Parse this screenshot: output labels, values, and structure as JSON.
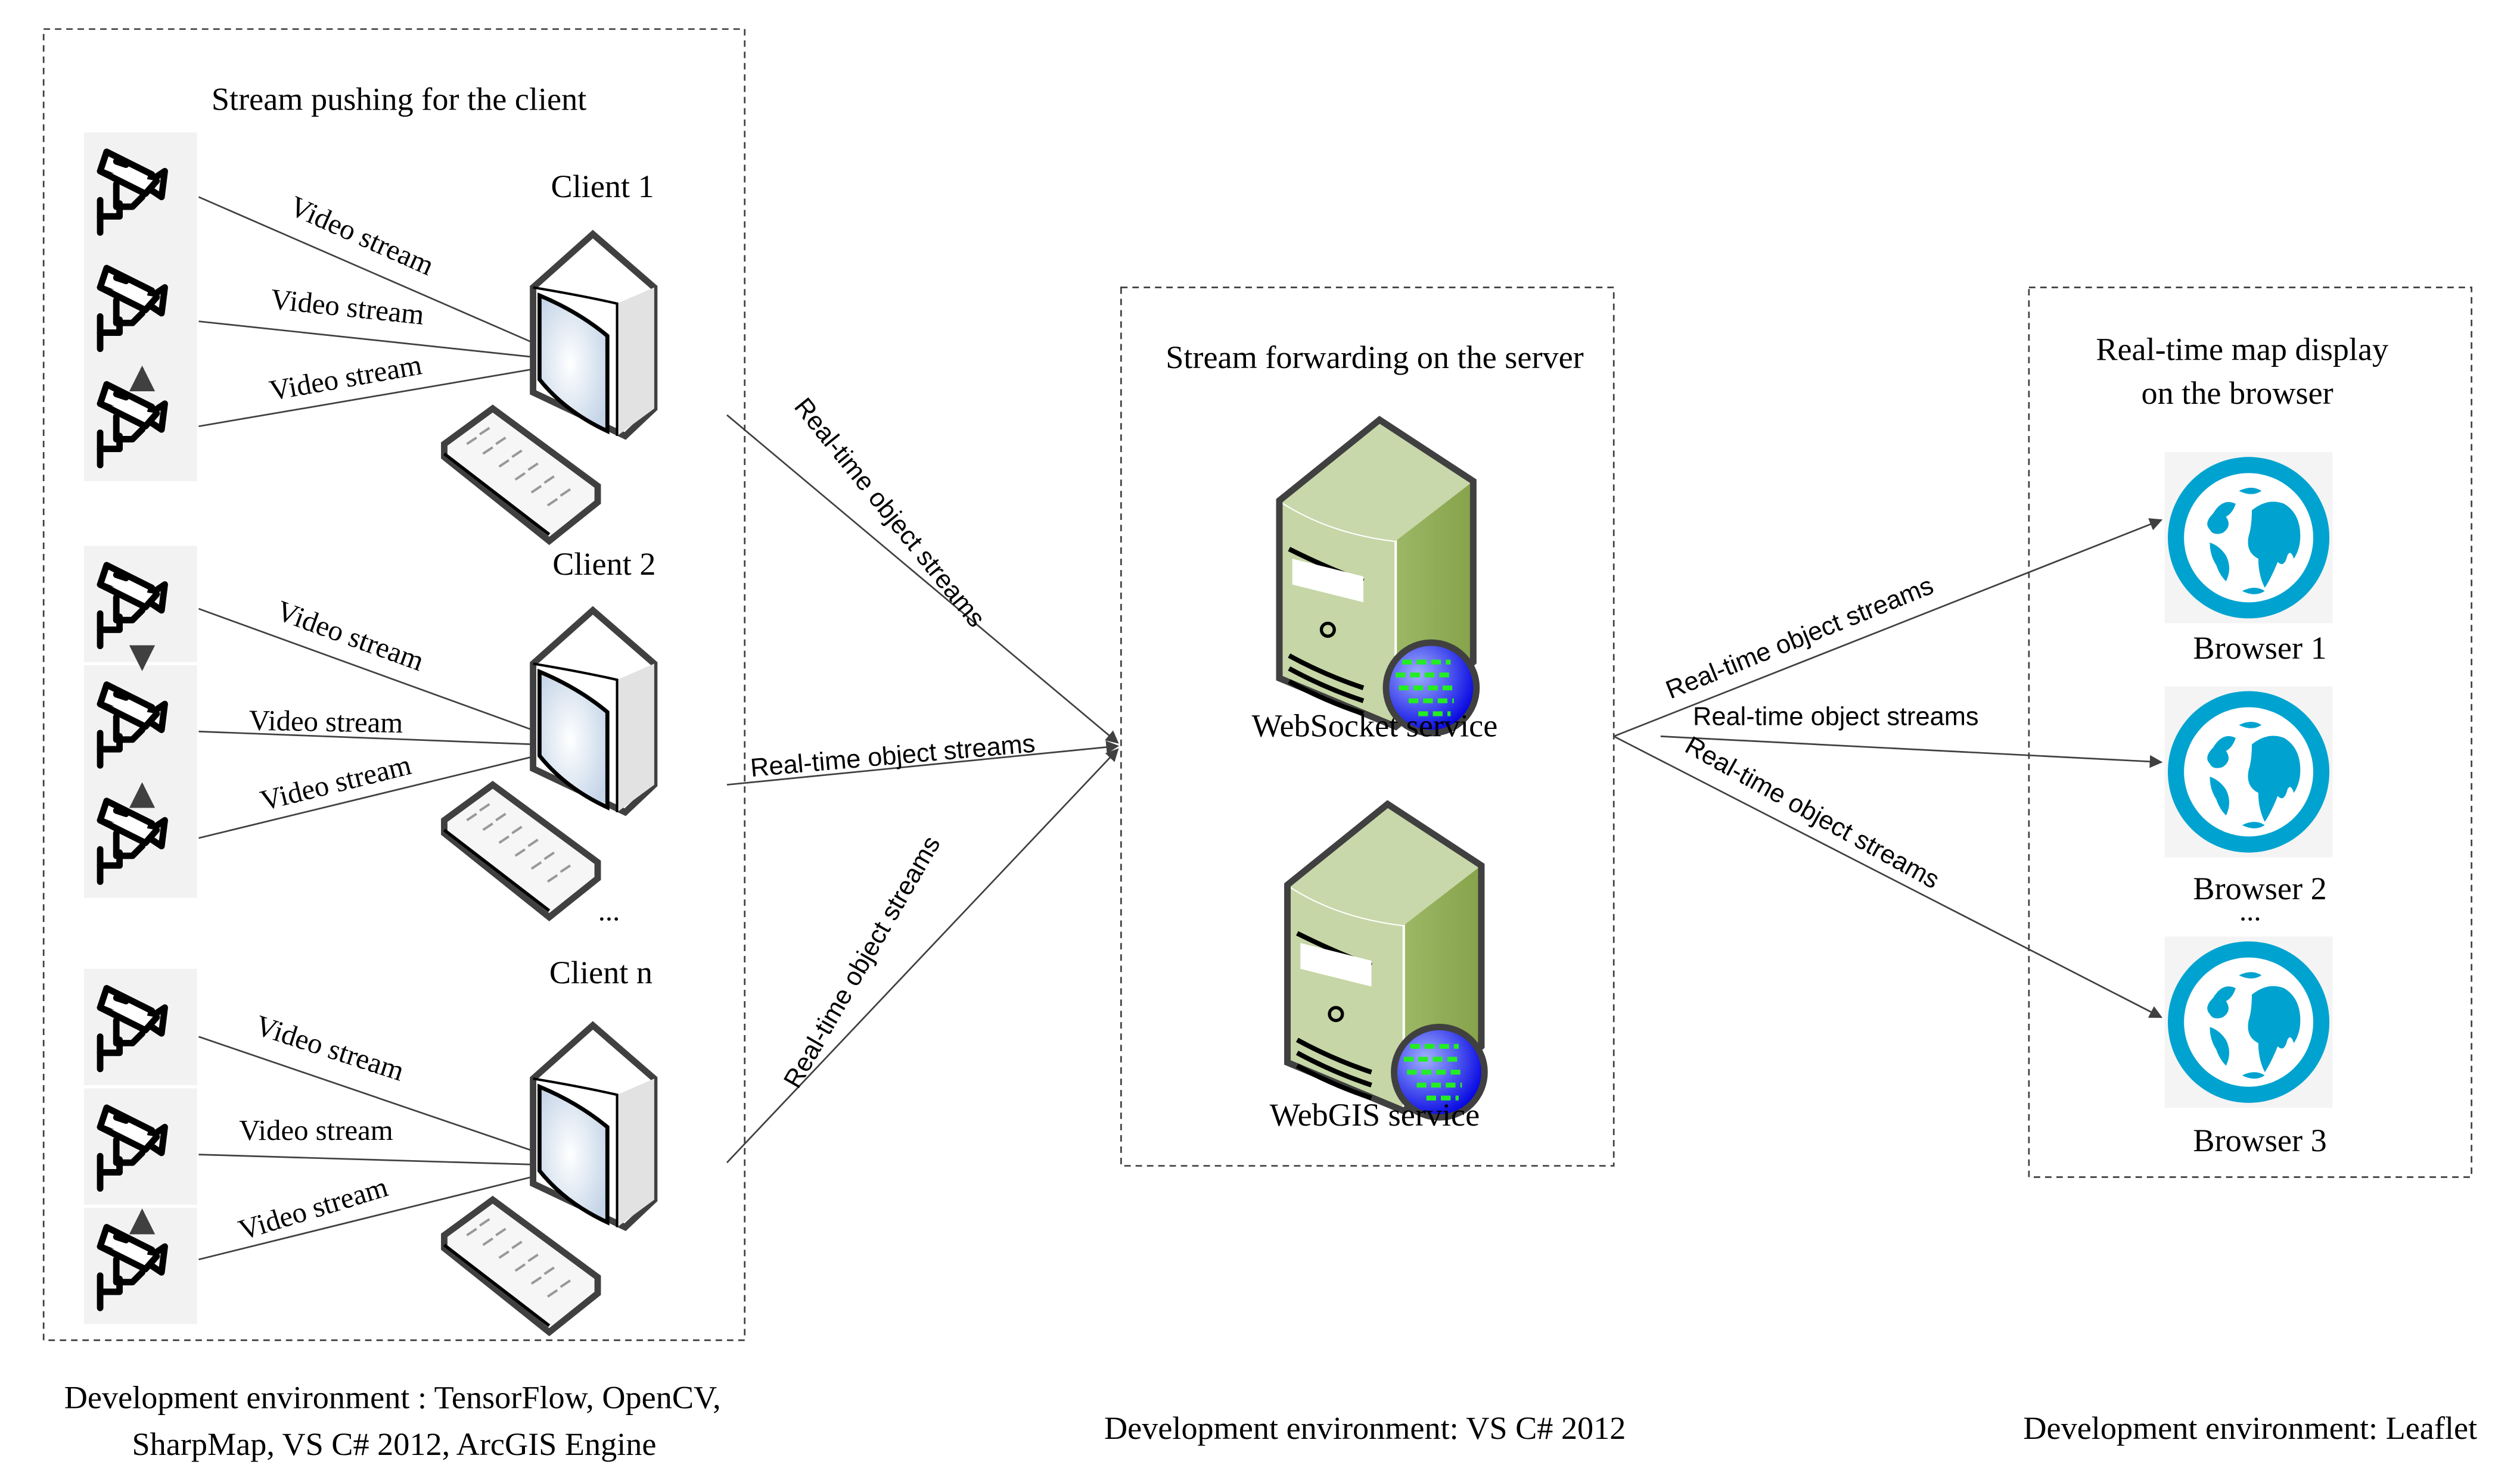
{
  "panels": {
    "client": {
      "title": "Stream pushing for the client",
      "dev_env_line1": "Development environment : TensorFlow, OpenCV,",
      "dev_env_line2": "SharpMap, VS C# 2012,  ArcGIS Engine",
      "clients": [
        {
          "label": "Client 1",
          "streams": [
            "Video stream",
            "Video stream",
            "Video stream"
          ]
        },
        {
          "label": "Client 2",
          "streams": [
            "Video stream",
            "Video stream",
            "Video stream"
          ]
        },
        {
          "label": "Client n",
          "streams": [
            "Video stream",
            "Video stream",
            "Video stream"
          ]
        }
      ],
      "ellipsis": "..."
    },
    "server": {
      "title": "Stream forwarding on the server",
      "services": [
        {
          "label": "WebSocket service",
          "icon": "web-server-icon"
        },
        {
          "label": "WebGIS service",
          "icon": "web-server-icon"
        }
      ],
      "dev_env": "Development environment: VS C# 2012"
    },
    "browser": {
      "title_line1": "Real-time map display",
      "title_line2": "on the browser",
      "browsers": [
        {
          "label": "Browser 1",
          "icon": "globe-icon"
        },
        {
          "label": "Browser 2",
          "icon": "globe-icon"
        },
        {
          "label": "Browser 3",
          "icon": "globe-icon"
        }
      ],
      "ellipsis": "...",
      "dev_env": "Development environment: Leaflet"
    }
  },
  "connectors": {
    "client_to_server": [
      "Real-time object streams",
      "Real-time object streams",
      "Real-time object streams"
    ],
    "server_to_browser": [
      "Real-time object streams",
      "Real-time object streams",
      "Real-time object streams"
    ]
  },
  "colors": {
    "line": "#404040",
    "server_green_light": "#c6d6a6",
    "server_green_dark": "#8aa64e",
    "globe_blue": "#00a3d0",
    "screen_blue": "#d4e0ee",
    "icon_bg": "#f2f2f2"
  }
}
